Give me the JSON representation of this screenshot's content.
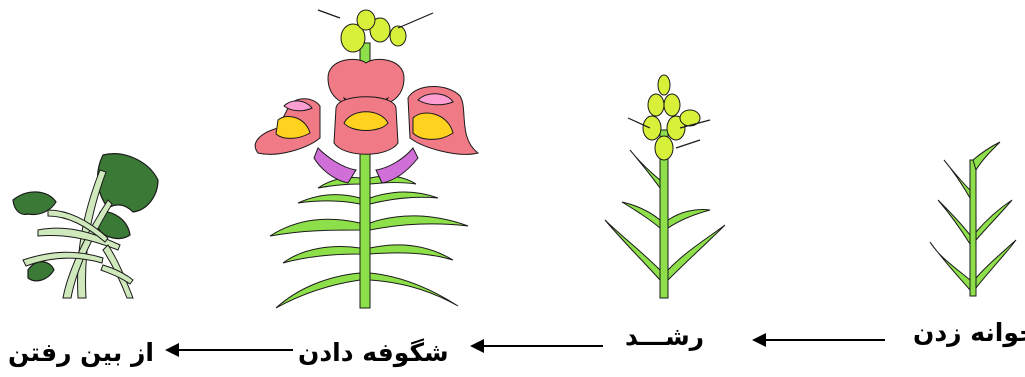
{
  "diagram": {
    "stages": [
      {
        "id": "wilting",
        "label": "از بین رفتن"
      },
      {
        "id": "flowering",
        "label": "شگوفه دادن"
      },
      {
        "id": "growth",
        "label": "رشـــد"
      },
      {
        "id": "seedling",
        "label": "جوانه زدن"
      }
    ],
    "colors": {
      "leaf_light": "#8ee04a",
      "leaf_dark": "#3a7a36",
      "petal_pink": "#f07a86",
      "petal_yellow": "#ffd21f",
      "bud_yellow": "#d8f03a",
      "outline": "#1a1a1a"
    }
  }
}
